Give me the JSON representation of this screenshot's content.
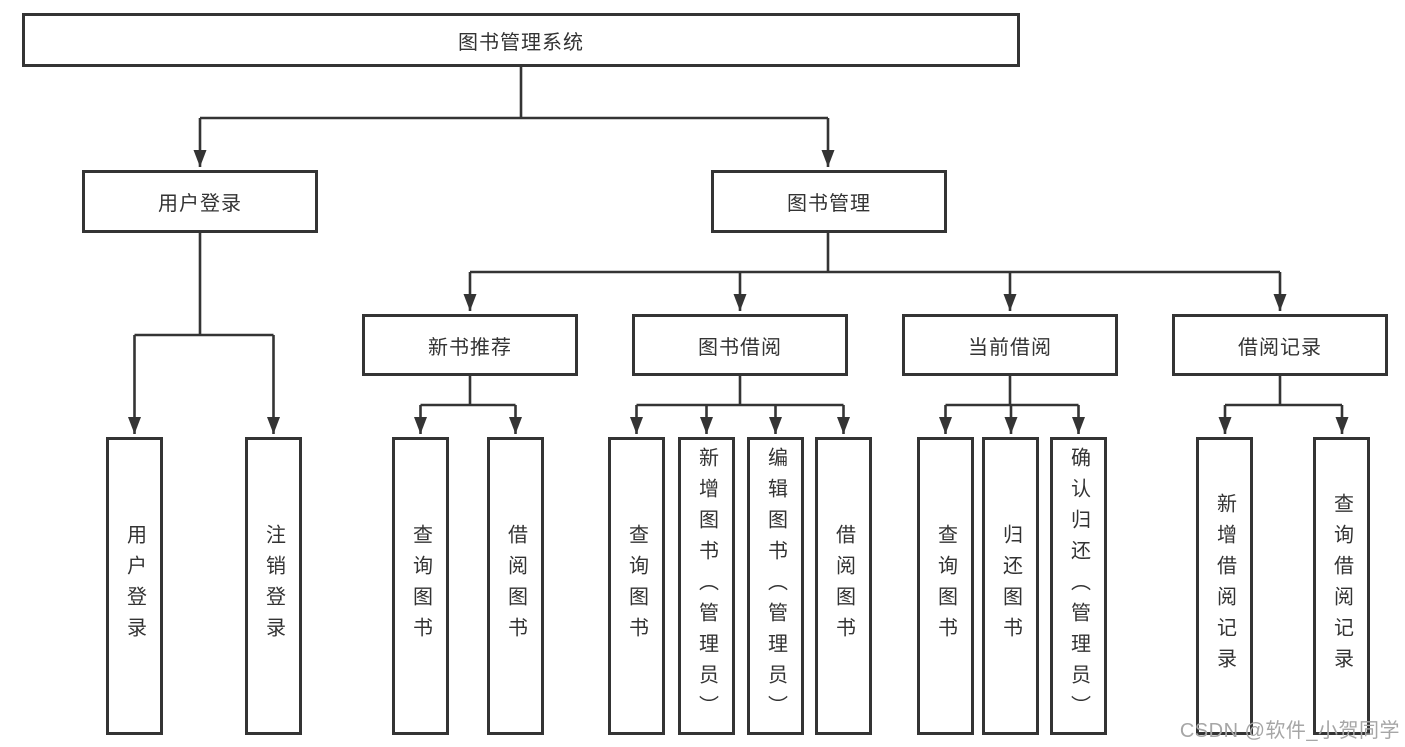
{
  "theme": {
    "line": "#343434",
    "text": "#333333",
    "boxbg": "#ffffff",
    "bg": "#ffffff",
    "watermark": "#a6a6a6"
  },
  "watermark": {
    "text": "CSDN @软件_小贺同学"
  },
  "tree": {
    "label": "图书管理系统",
    "children": [
      {
        "label": "用户登录",
        "children": [
          {
            "label": "用户登录"
          },
          {
            "label": "注销登录"
          }
        ]
      },
      {
        "label": "图书管理",
        "children": [
          {
            "label": "新书推荐",
            "children": [
              {
                "label": "查询图书"
              },
              {
                "label": "借阅图书"
              }
            ]
          },
          {
            "label": "图书借阅",
            "children": [
              {
                "label": "查询图书"
              },
              {
                "label": "新增图书（管理员）"
              },
              {
                "label": "编辑图书（管理员）"
              },
              {
                "label": "借阅图书"
              }
            ]
          },
          {
            "label": "当前借阅",
            "children": [
              {
                "label": "查询图书"
              },
              {
                "label": "归还图书"
              },
              {
                "label": "确认归还（管理员）"
              }
            ]
          },
          {
            "label": "借阅记录",
            "children": [
              {
                "label": "新增借阅记录"
              },
              {
                "label": "查询借阅记录"
              }
            ]
          }
        ]
      }
    ]
  }
}
